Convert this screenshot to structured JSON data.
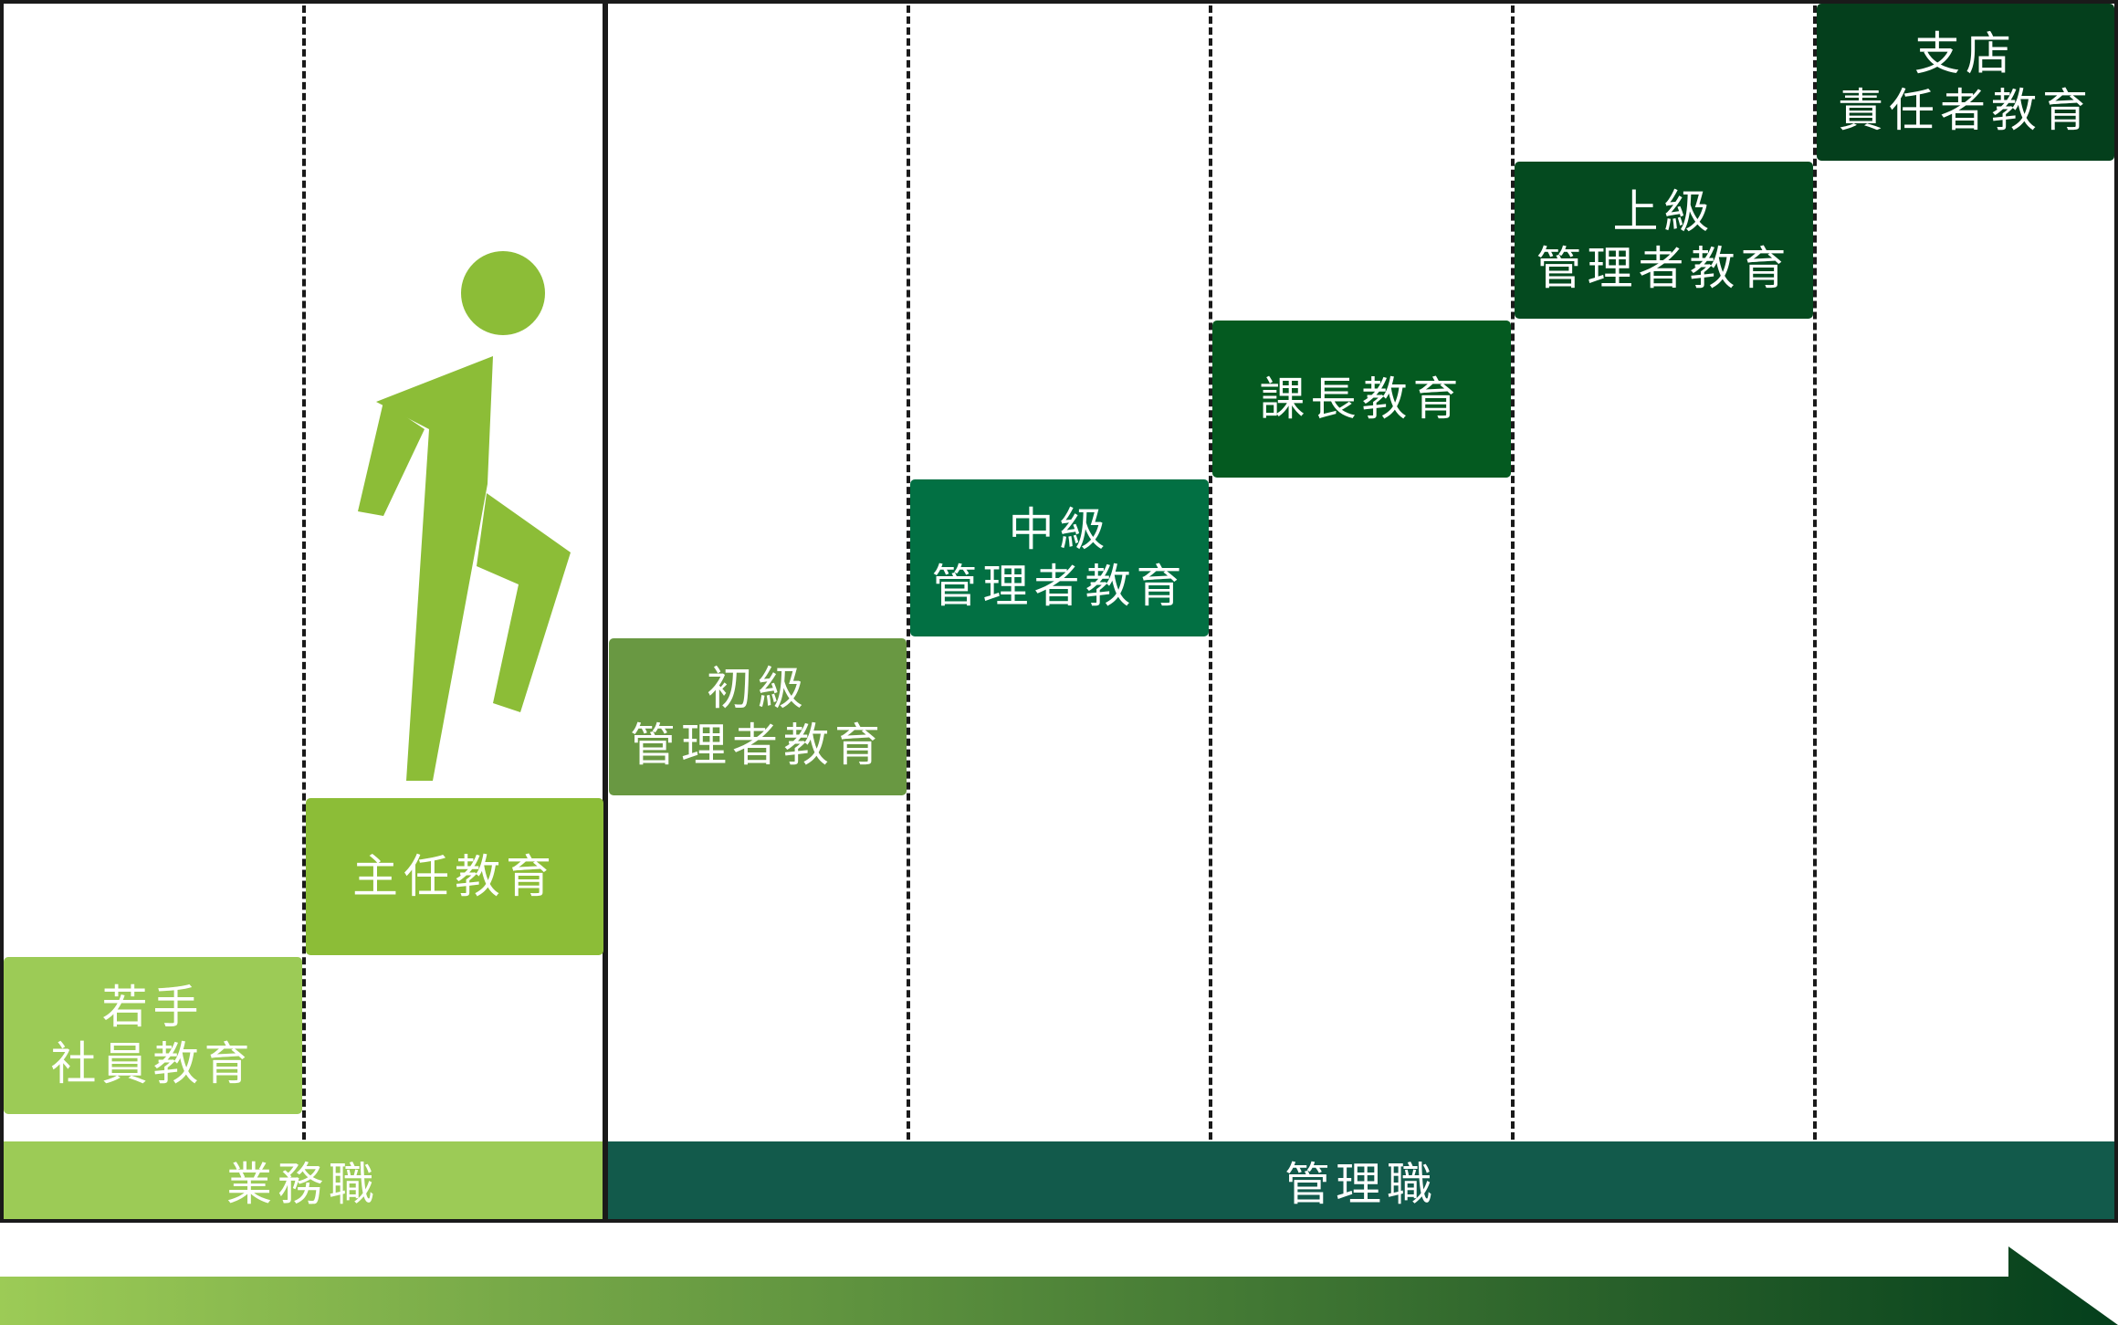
{
  "steps": [
    {
      "lines": [
        "若手",
        "社員教育"
      ],
      "color": "#9ccb56"
    },
    {
      "lines": [
        "主任教育"
      ],
      "color": "#8cbd37"
    },
    {
      "lines": [
        "初級",
        "管理者教育"
      ],
      "color": "#699842"
    },
    {
      "lines": [
        "中級",
        "管理者教育"
      ],
      "color": "#027043"
    },
    {
      "lines": [
        "課長教育"
      ],
      "color": "#045a20"
    },
    {
      "lines": [
        "上級",
        "管理者教育"
      ],
      "color": "#044a1f"
    },
    {
      "lines": [
        "支店",
        "責任者教育"
      ],
      "color": "#043f1c"
    }
  ],
  "categories": {
    "left": {
      "label": "業務職",
      "color": "#9ccb56"
    },
    "right": {
      "label": "管理職",
      "color": "#125a4b"
    }
  },
  "figure": {
    "icon": "walking-person-icon",
    "color": "#8cbd37"
  },
  "arrow": {
    "icon": "progress-arrow-icon",
    "start_color": "#9ccb56",
    "end_color": "#043f1c"
  }
}
